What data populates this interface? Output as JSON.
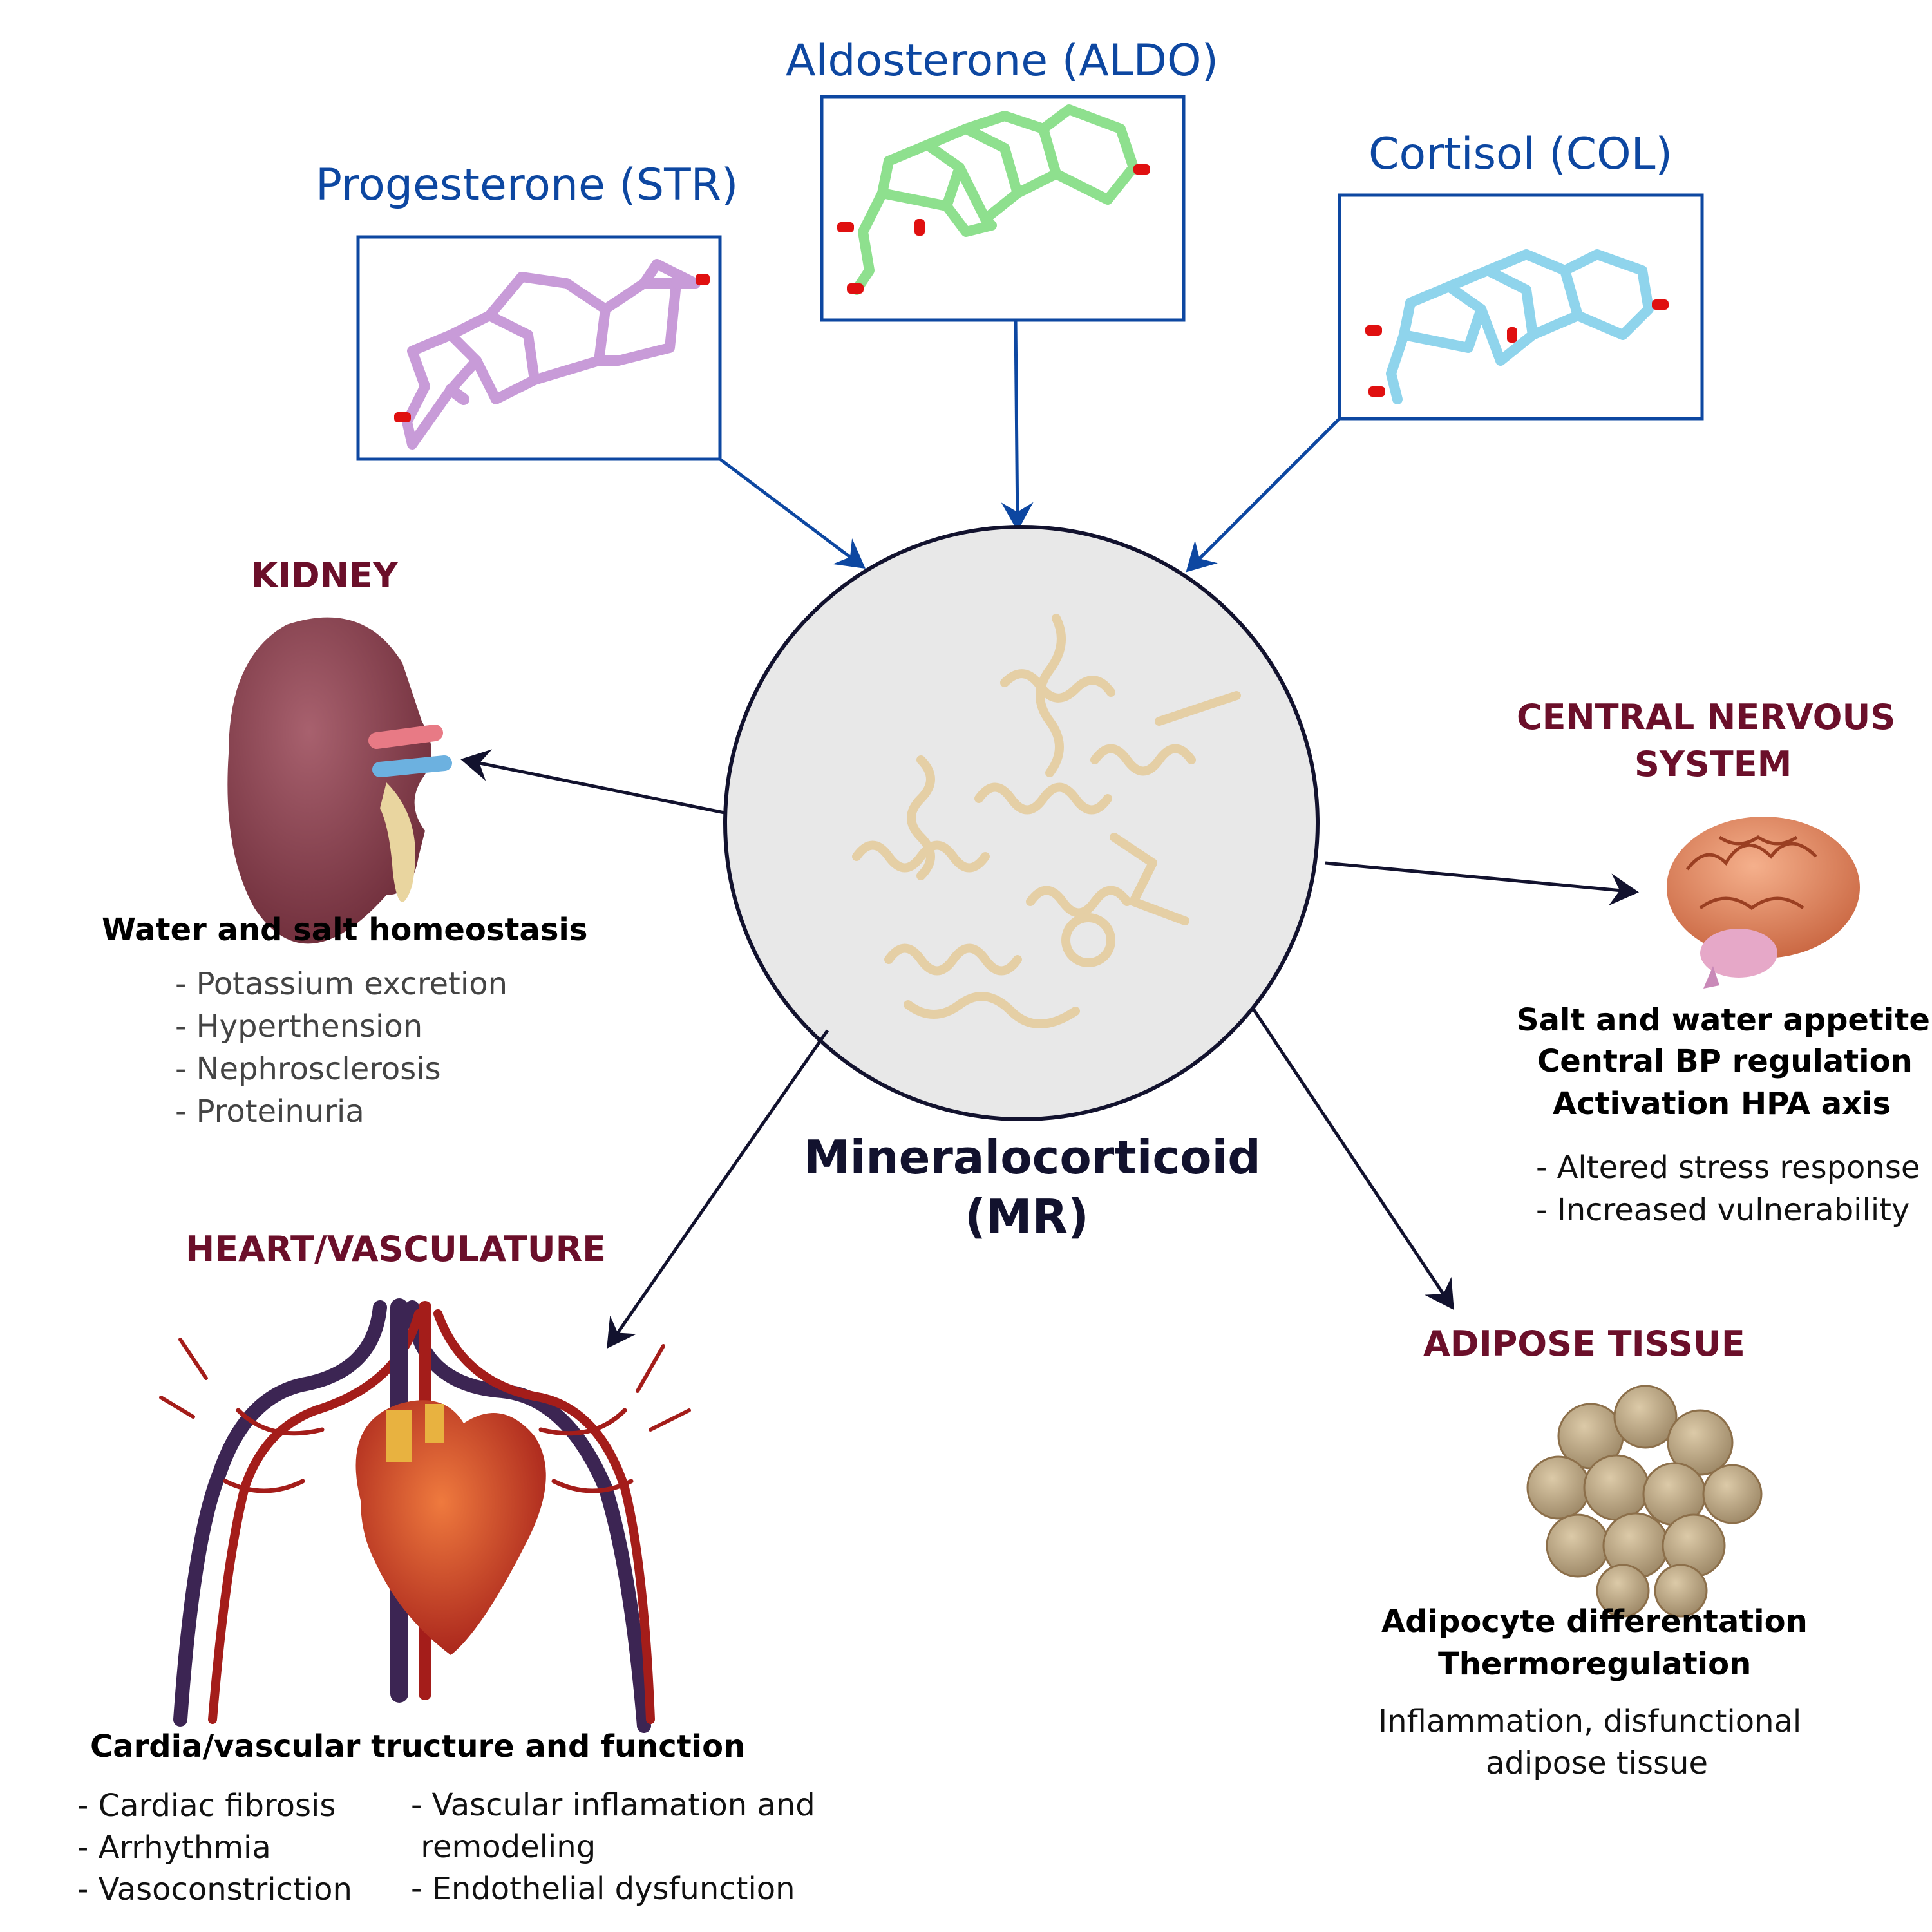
{
  "ligands": [
    {
      "name": "Progesterone (STR)",
      "color": "#c89bd8"
    },
    {
      "name": "Aldosterone (ALDO)",
      "color": "#8ee08e"
    },
    {
      "name": "Cortisol (COL)",
      "color": "#8fd4ec"
    }
  ],
  "receptor": {
    "line1": "Mineralocorticoid",
    "line2": "(MR)",
    "protein_color": "#e5cfa5"
  },
  "kidney": {
    "title": "KIDNEY",
    "heading": "Water and salt homeostasis",
    "items": [
      "- Potassium excretion",
      "- Hyperthension",
      "- Nephrosclerosis",
      "- Proteinuria"
    ]
  },
  "cns": {
    "title_line1": "CENTRAL NERVOUS",
    "title_line2": "SYSTEM",
    "headings": [
      "Salt and water appetite",
      "Central BP regulation",
      "Activation HPA axis"
    ],
    "items": [
      "- Altered stress response",
      "- Increased vulnerability"
    ]
  },
  "heart": {
    "title": "HEART/VASCULATURE",
    "heading": "Cardia/vascular tructure and function",
    "items_left": [
      "- Cardiac fibrosis",
      "- Arrhythmia",
      "- Vasoconstriction"
    ],
    "items_right_line1": "- Vascular inflamation and",
    "items_right_line2": " remodeling",
    "items_right_line3": "- Endothelial dysfunction"
  },
  "adipose": {
    "title": "ADIPOSE TISSUE",
    "headings": [
      "Adipocyte differentation",
      "Thermoregulation"
    ],
    "desc_line1": "Inflammation, disfunctional",
    "desc_line2": "adipose tissue"
  },
  "colors": {
    "ligand_blue": "#0d47a1",
    "organ_red": "#6b0f2a",
    "arrow_dark": "#12122e",
    "circle_fill": "#e8e8e8"
  },
  "icons": [
    "kidney-icon",
    "brain-icon",
    "heart-vasculature-icon",
    "adipocyte-cluster-icon",
    "protein-ribbon-icon",
    "molecule-icon"
  ]
}
